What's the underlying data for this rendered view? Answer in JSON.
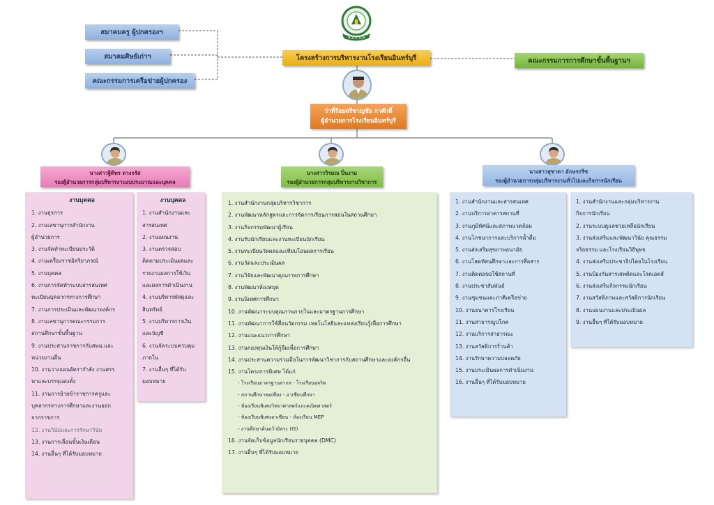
{
  "top_boxes": {
    "teacher_parent_assoc": "สมาคมครู ผู้ปกครองฯ",
    "alumni_assoc": "สมาคมศิษย์เก่าฯ",
    "parent_network": "คณะกรรมการเครือข่ายผู้ปกครอง",
    "school_structure": "โครงสร้างการบริหารงานโรงเรียนอินทร์บุรี",
    "basic_edu_board": "คณะกรรมการการศึกษาขั้นพื้นฐานฯ"
  },
  "logo": {
    "text": "ส.อ.จ.บ.พ"
  },
  "director": {
    "name": "ว่าที่ร้อยตรีชาญชัย กาศักดิ์",
    "title": "ผู้อำนวยการโรงเรียนอินทร์บุรี"
  },
  "deputies": [
    {
      "name": "นางสาวฐิติพร ดวงจรัส",
      "title": "รองผู้อำนวยการกลุ่มบริหารงานงบประมาณและบุคคล"
    },
    {
      "name": "นางสาววิรมณ ปิ่นงาม",
      "title": "รองผู้อำนวยการกลุ่มบริหารงานวิชาการ"
    },
    {
      "name": "นางสาวสุชาดา อักษรกริช",
      "title": "รองผู้อำนวยการกลุ่มบริหารงานทั่วไปและกิจการนักเรียน"
    }
  ],
  "personnel": {
    "heading": "งานบุคคล",
    "items": [
      "1. งานธุรการ",
      "2. งานเลขานุการสำนักงาน",
      "ผู้อำนวยการ",
      "3. งานจัดทำทะเบียนประวัติ",
      "4. งานเครื่องราชอิสริยาภรณ์",
      "5. งานบุคคล",
      "6. งานการจัดทำระบบสารสนเทศ",
      "ทะเบียนบุคลากรทางการศึกษา",
      "7. งานการประเมินและพัฒนาองค์กร",
      "8. งานเลขานุการคณะกรรมการ",
      "สถานศึกษาขั้นพื้นฐาน",
      "9. งานประสานราชการกับสพม.และ",
      "หน่วยงานอื่น",
      "10. งานวางแผนอัตรากำลัง งานสรร",
      "หาและบรรจุแต่งตั้ง",
      "11. งานการย้ายข้าราชการครูและ",
      "บุคลากรทางการศึกษาและงานออก",
      "จากราชการ",
      "12. งานวินัยและการรักษาวินัย",
      "13. งานการเลื่อนขั้นเงินเดือน",
      "14. งานอื่นๆ ที่ได้รับมอบหมาย"
    ]
  },
  "budget": {
    "heading": "งานบุคคล",
    "items": [
      "1. งานสำนักงานและ",
      "สารสนเทศ",
      "2. งานแผนงาน",
      "3. งานตรวจสอบ",
      "ติดตามประเมินผลและ",
      "รายงานผลการใช้เงิน",
      "และผลการดำเนินงาน",
      "4. งานบริหารพัสดุและ",
      "สินทรัพย์",
      "5. งานบริหารการเงิน",
      "และบัญชี",
      "6. งานจัดระบบควบคุม",
      "ภายใน",
      "7. งานอื่นๆ ที่ได้รับ",
      "มอบหมาย"
    ]
  },
  "academic": {
    "items": [
      "1. งานสำนักงานกลุ่มบริหารวิชาการ",
      "2. งานพัฒนาหลักสูตรและการจัดการเรียนการสอนในสถานศึกษา",
      "3. งานกิจกรรมพัฒนาผู้เรียน",
      "4. งานรับนักเรียนและงานทะเบียนนักเรียน",
      "5. งานทะเบียนวัดผลและเทียบโอนผลการเรียน",
      "6. งานวัดและประเมินผล",
      "7. งานวิจัยและพัฒนาคุณภาพการศึกษา",
      "8. งานพัฒนาห้องสมุด",
      "9. งานนิเทศการศึกษา",
      "10. งานพัฒนาระบบคุณภาพภายในและมาตรฐานการศึกษา",
      "11. งานพัฒนาการใช้สื่อนวัตกรรม เทคโนโลยีและแหล่งเรียนรู้เพื่อการศึกษา",
      "12. งานแนะแนวการศึกษา",
      "13. งานกองทุนเงินให้กู้ยืมเพื่อการศึกษา",
      "14. งานประสานความร่วมมือในการพัฒนาวิชาการกับสถานศึกษาและองค์กรอื่น",
      "15. งานโครงการพิเศษ ได้แก่"
    ],
    "special": [
      "- โรงเรียนมาตรฐานสากล   - โรงเรียนสุจริต",
      "- สถานศึกษาพอเพียง        - อาเซียนศึกษา",
      "- ห้องเรียนพิเศษวิทยาศาสตร์และคณิตศาสตร์",
      "- ห้องเรียนพิเศษอาเซียน     - ห้องเรียน MEP",
      "- งานศึกษาค้นคว้าอิสระ (IS)"
    ],
    "tail": [
      "16. งานจัดเก็บข้อมูลนักเรียนรายบุคคล (DMC)",
      "17. งานอื่นๆ ที่ได้รับมอบหมาย"
    ]
  },
  "general": {
    "items": [
      "1. งานสำนักงานและสารสนเทศ",
      "2. งานบริการอาคารสถานที่",
      "3. งานภูมิทัศน์และสภาพแวดล้อม",
      "4. งานโภชนาการและบริการน้ำดื่ม",
      "5. งานส่งเสริมสุขภาพอนามัย",
      "6. งานโสตทัศนศึกษาและการสื่อสาร",
      "7. งานติดต่อขอใช้สถานที่",
      "8. งานประชาสัมพันธ์",
      "9. งานชุมชนและภาคีเครือข่าย",
      "10. งานธนาคารโรงเรียน",
      "11. งานสาธารณูปโภค",
      "12. งานบริการสาธารณะ",
      "13. งานสวัสดิการร้านค้า",
      "14. งานรักษาความปลอดภัย",
      "15. งานประเมินผลการดำเนินงาน",
      "16. งานอื่นๆ ที่ได้รับมอบหมาย"
    ]
  },
  "student": {
    "items": [
      "1. งานสำนักงานและกลุ่มบริหารงาน",
      "กิจการนักเรียน",
      "2. งานระบบดูแลช่วยเหลือนักเรียน",
      "3. งานส่งเสริมและพัฒนาวินัย คุณธรรม",
      "จริยธรรม และโรงเรียนวิถีพุทธ",
      "4. งานส่งเสริมประชาธิปไตยในโรงเรียน",
      "5. งานป้องกันสารเสพติดและโรคเอดส์",
      "6. งานส่งเสริมกิจกรรมนักเรียน",
      "7. งานสวัสดิภาพและสวัสดิการนักเรียน",
      "8. งานแผนงานและประเมินผล",
      "9. งานอื่นๆ ที่ได้รับมอบหมาย"
    ]
  }
}
